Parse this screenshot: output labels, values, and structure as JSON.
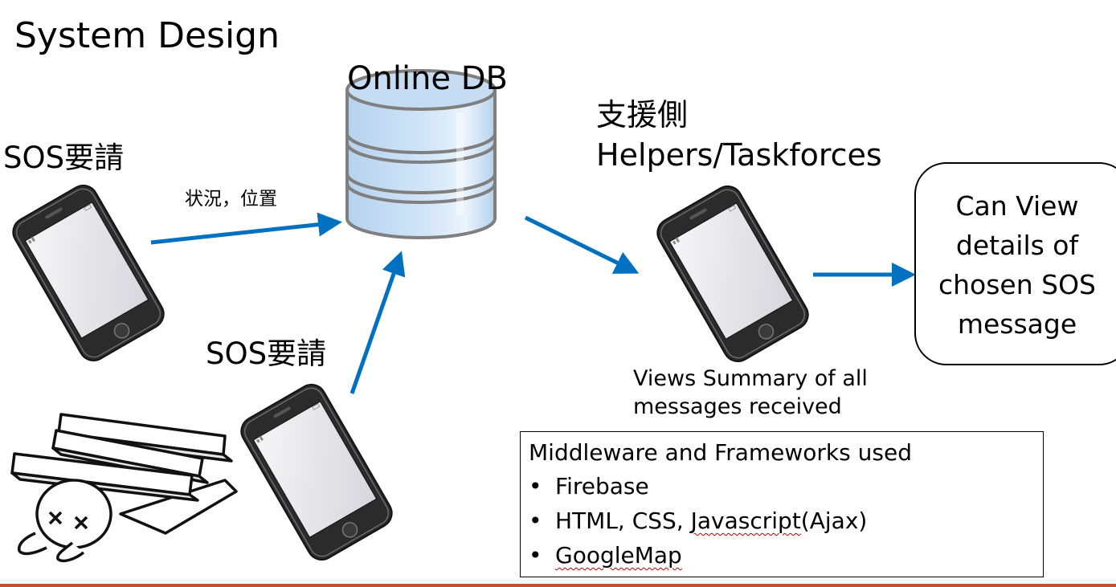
{
  "title": "System Design",
  "database": {
    "label": "Online DB",
    "icon": "database-icon"
  },
  "senders": [
    {
      "label": "SOS要請",
      "data_label": "状況，位置"
    },
    {
      "label": "SOS要請"
    }
  ],
  "helpers": {
    "label_jp": "支援側",
    "label_en": "Helpers/Taskforces"
  },
  "views_summary": {
    "line1": "Views Summary of all",
    "line2": "messages received"
  },
  "callout": {
    "line1": "Can View",
    "line2": "details of",
    "line3": "chosen SOS",
    "line4": "message"
  },
  "middleware": {
    "title": "Middleware and Frameworks used",
    "items": [
      {
        "before": "Firebase",
        "flagged": "",
        "after": ""
      },
      {
        "before": "HTML, CSS, ",
        "flagged": "Javascript",
        "after": "(Ajax)"
      },
      {
        "before": "",
        "flagged": "GoogleMap",
        "after": ""
      }
    ]
  },
  "colors": {
    "arrow": "#0070c0",
    "db_fill": "#c5dcf2",
    "db_stroke": "#7f7f7f",
    "accent_line": "#c0522f",
    "spellcheck": "#c00000"
  }
}
